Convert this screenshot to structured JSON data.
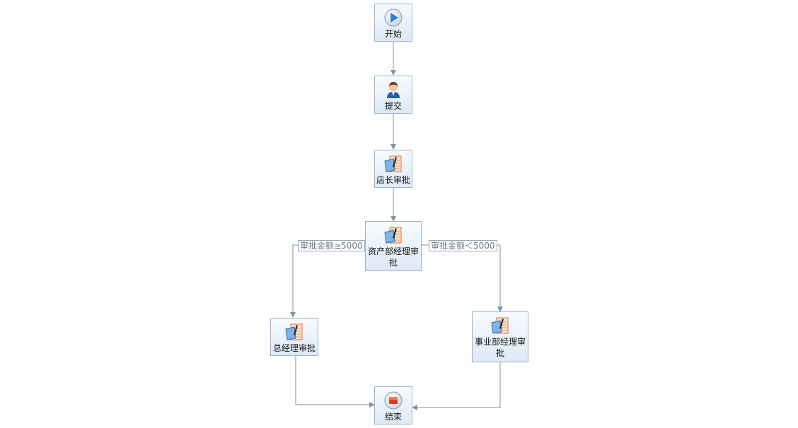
{
  "nodes": {
    "start": {
      "label": "开始",
      "icon": "play-icon"
    },
    "submit": {
      "label": "提交",
      "icon": "user-icon"
    },
    "store_manager": {
      "label": "店长审批",
      "icon": "approval-form-icon"
    },
    "asset_manager": {
      "label": "资产部经理审批",
      "icon": "approval-form-icon"
    },
    "general_manager": {
      "label": "总经理审批",
      "icon": "approval-form-icon"
    },
    "division_manager": {
      "label": "事业部经理审批",
      "icon": "approval-form-icon"
    },
    "end": {
      "label": "结束",
      "icon": "stop-icon"
    }
  },
  "conditions": {
    "left": "审批金额≥5000",
    "right": "审批金额＜5000"
  },
  "colors": {
    "connector": "#7f93a8",
    "node_border": "#9fb3c8",
    "node_fill_top": "#f8fbfe",
    "node_fill_bottom": "#dde9f5"
  }
}
